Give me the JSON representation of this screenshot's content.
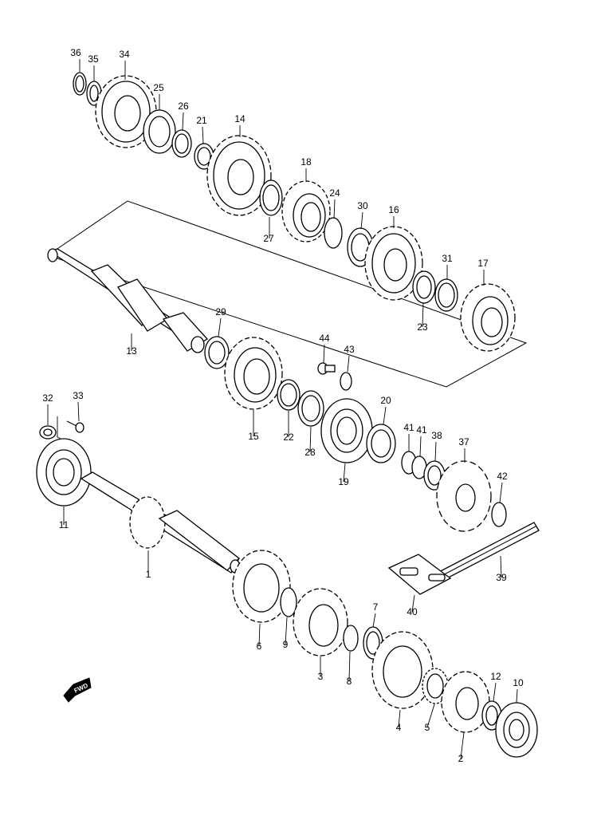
{
  "labels": [
    "36",
    "35",
    "34",
    "25",
    "26",
    "21",
    "14",
    "18",
    "24",
    "27",
    "30",
    "16",
    "31",
    "17",
    "23",
    "13",
    "29",
    "44",
    "43",
    "15",
    "22",
    "28",
    "20",
    "19",
    "41",
    "41",
    "38",
    "37",
    "42",
    "32",
    "33",
    "11",
    "1",
    "6",
    "9",
    "3",
    "8",
    "7",
    "4",
    "5",
    "12",
    "10",
    "2",
    "39",
    "40"
  ],
  "fwd": "FWD"
}
